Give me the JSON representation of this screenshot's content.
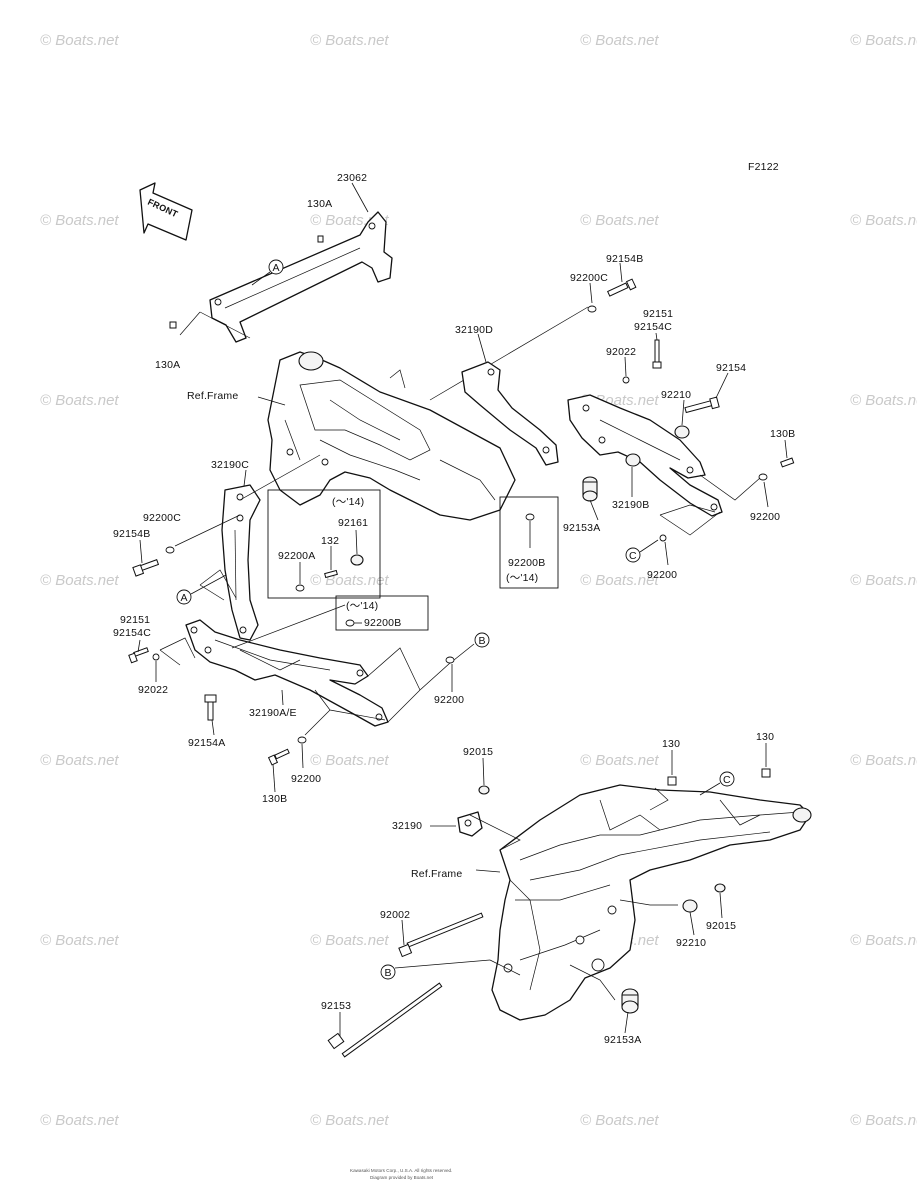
{
  "diagram_code": "F2122",
  "front_arrow_label": "FRONT",
  "watermark": "© Boats.net",
  "footer_line1": "Kawasaki Motors Corp., U.S.A. All rights reserved.",
  "footer_line2": "Diagram provided by Boats.net",
  "labels": {
    "p23062": "23062",
    "p130A_top": "130A",
    "p130A_left": "130A",
    "refframe_top": "Ref.Frame",
    "p32190D": "32190D",
    "p92154B_top": "92154B",
    "p92200C_top": "92200C",
    "p92151_top": "92151",
    "p92154C_top": "92154C",
    "p92022_top": "92022",
    "p92154_right": "92154",
    "p92210_top": "92210",
    "p130B_right": "130B",
    "p32190B": "32190B",
    "p92153A_mid": "92153A",
    "p92200_right": "92200",
    "p92200B_box": "92200B",
    "p92200B_box_note": "(～'14)",
    "p92200_c": "92200",
    "p32190C": "32190C",
    "p92200C_left": "92200C",
    "p92154B_left": "92154B",
    "note14_a": "(～'14)",
    "p92161": "92161",
    "p132": "132",
    "p92200A": "92200A",
    "note14_b": "(～'14)",
    "p92200B_small": "92200B",
    "p92151_left": "92151",
    "p92154C_left": "92154C",
    "p92022_left": "92022",
    "p32190AE": "32190A/E",
    "p92154A": "92154A",
    "p92200_mid": "92200",
    "p92200_low": "92200",
    "p130B_low": "130B",
    "p92015_top": "92015",
    "p130_a": "130",
    "p130_b": "130",
    "p32190": "32190",
    "refframe_bot": "Ref.Frame",
    "p92002": "92002",
    "p92015_right": "92015",
    "p92210_bot": "92210",
    "p92153": "92153",
    "p92153A_bot": "92153A",
    "callout_A": "A",
    "callout_B": "B",
    "callout_C": "C"
  }
}
